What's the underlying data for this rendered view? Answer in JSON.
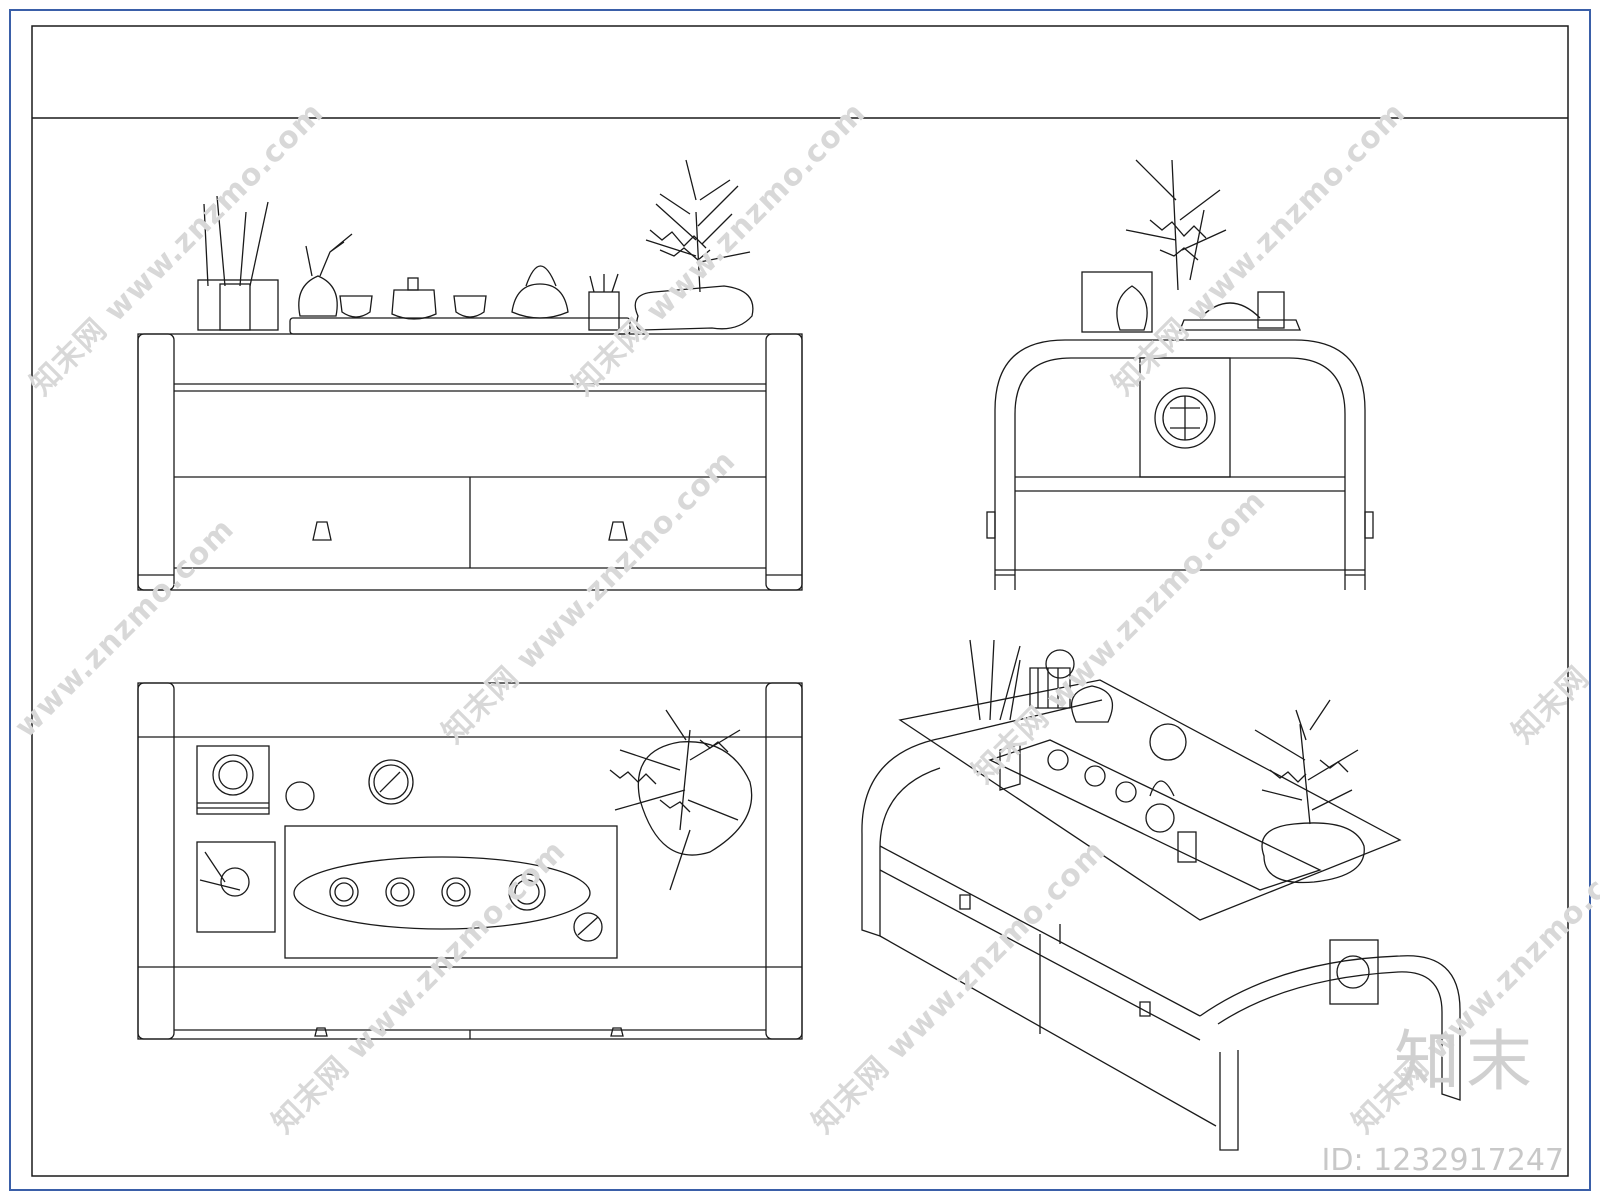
{
  "watermark": {
    "url": "www.znzmo.com",
    "brand": "知末网"
  },
  "brand_logo": "知末",
  "asset_id": "ID: 1232917247",
  "colors": {
    "frame": "#3a5fa8",
    "line": "#1a1a1a",
    "watermark": "#d8d8d8"
  },
  "icons": {
    "front_view": "tea-table-front-elevation",
    "side_view": "tea-table-side-elevation",
    "top_view": "tea-table-plan-view",
    "iso_view": "tea-table-isometric-view"
  }
}
